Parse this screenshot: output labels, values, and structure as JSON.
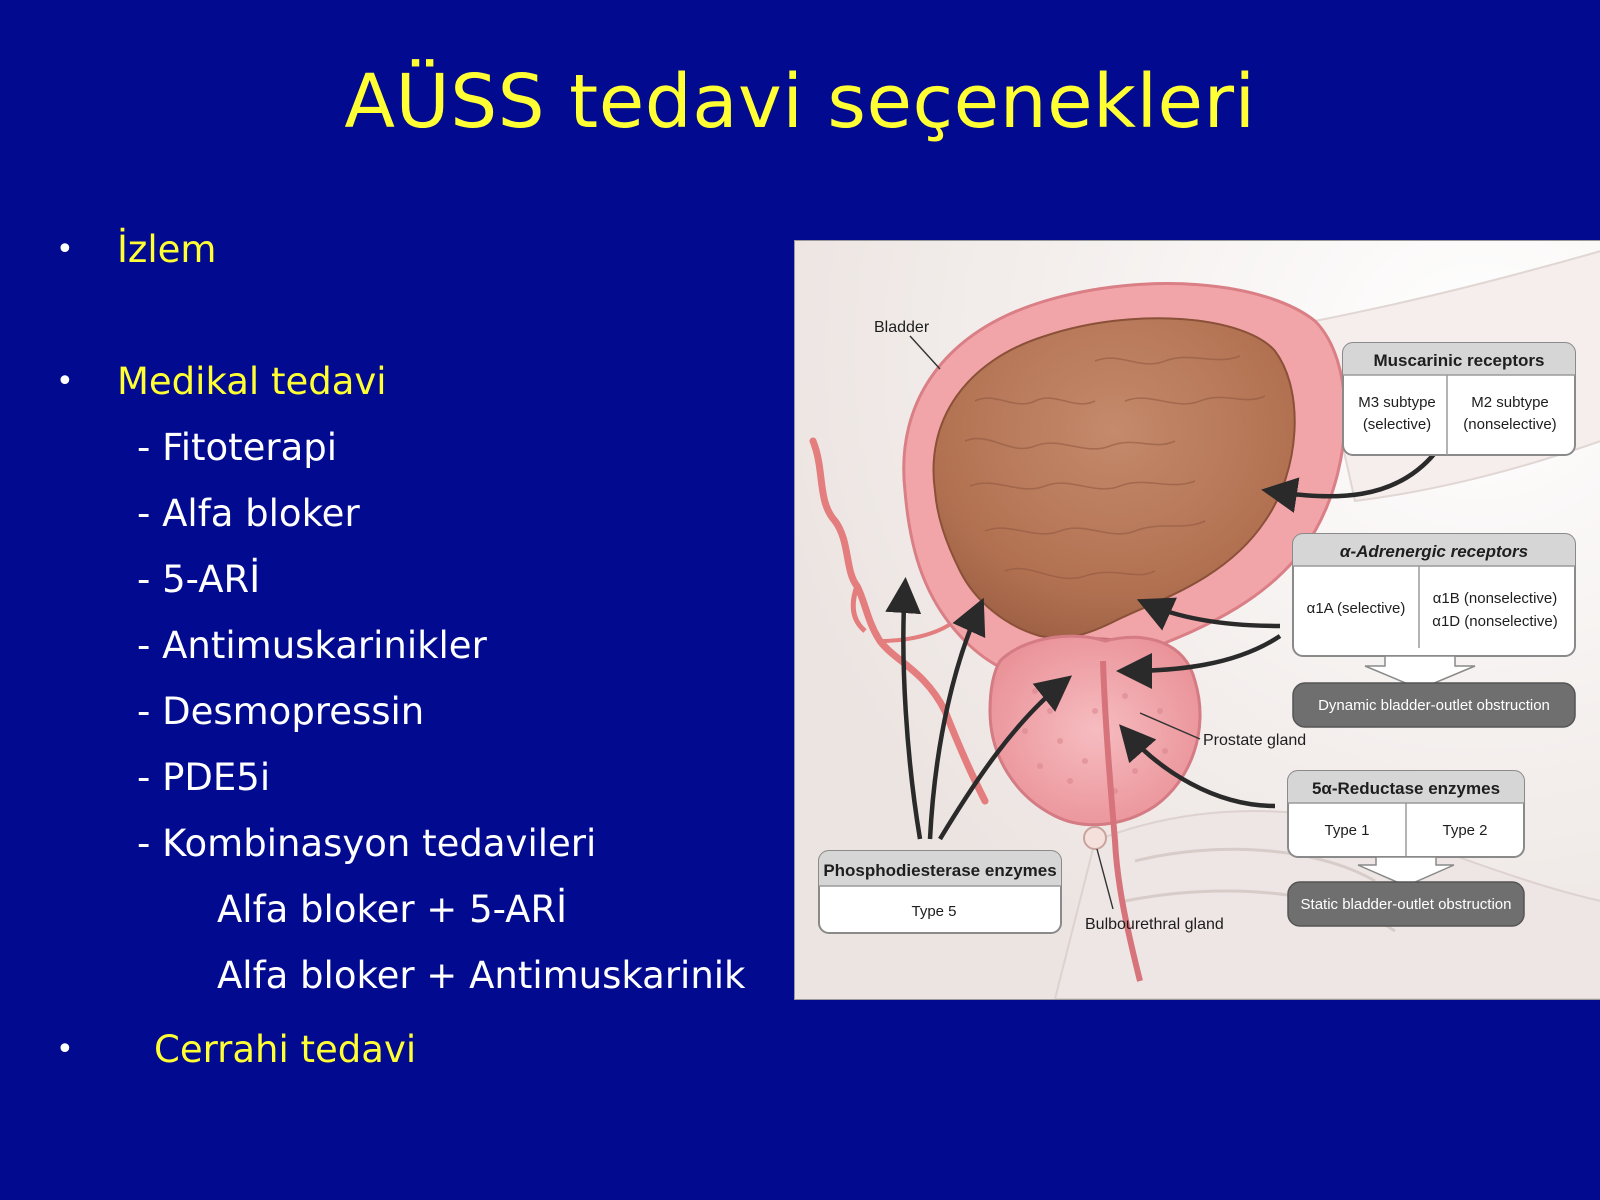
{
  "title": "AÜSS tedavi seçenekleri",
  "bullets": {
    "izlem": "İzlem",
    "medikal": "Medikal tedavi",
    "cerrahi": "Cerrahi tedavi"
  },
  "medikal_items": [
    "- Fitoterapi",
    "- Alfa bloker",
    "- 5-ARİ",
    "- Antimuskarinikler",
    "- Desmopressin",
    "- PDE5i",
    "- Kombinasyon tedavileri"
  ],
  "kombinasyon_items": [
    "Alfa bloker + 5-ARİ",
    "Alfa bloker + Antimuskarinik"
  ],
  "figure": {
    "bladder_label": "Bladder",
    "prostate_label": "Prostate gland",
    "bulbourethral_label": "Bulbourethral gland",
    "muscarinic": {
      "title": "Muscarinic receptors",
      "m3_line1": "M3 subtype",
      "m3_line2": "(selective)",
      "m2_line1": "M2 subtype",
      "m2_line2": "(nonselective)"
    },
    "adrenergic": {
      "title": "α-Adrenergic receptors",
      "a1a": "α1A (selective)",
      "a1b": "α1B (nonselective)",
      "a1d": "α1D (nonselective)",
      "outcome": "Dynamic bladder-outlet obstruction"
    },
    "reductase": {
      "title": "5α-Reductase enzymes",
      "type1": "Type 1",
      "type2": "Type 2",
      "outcome": "Static bladder-outlet obstruction"
    },
    "pde": {
      "title": "Phosphodiesterase enzymes",
      "type5": "Type 5"
    }
  },
  "colors": {
    "background": "#020a8f",
    "title_yellow": "#ffff33",
    "text_white": "#ffffff",
    "tissue_pink": "#f2a5a8",
    "bladder_brown": "#b7775a"
  }
}
